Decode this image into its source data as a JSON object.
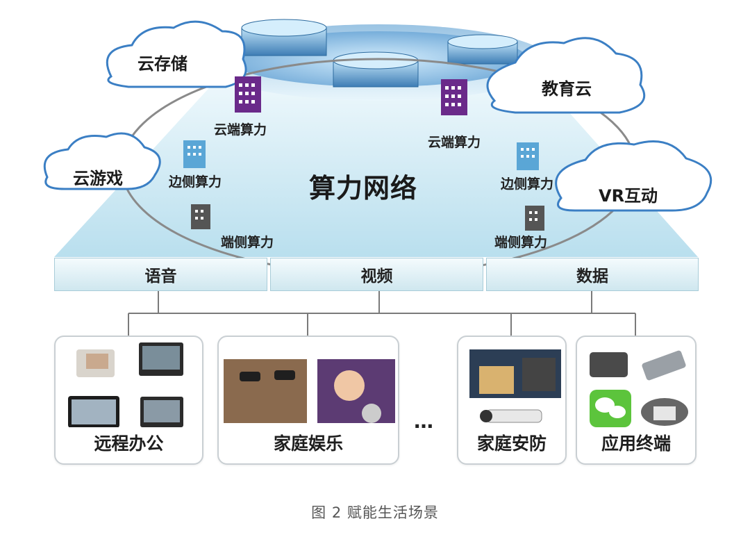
{
  "center_title": "算力网络",
  "clouds": {
    "storage": "云存储",
    "education": "教育云",
    "gaming": "云游戏",
    "vr": "VR互动"
  },
  "compute_labels": {
    "cloud_left": "云端算力",
    "cloud_right": "云端算力",
    "edge_left": "边侧算力",
    "edge_right": "边侧算力",
    "terminal_left": "端侧算力",
    "terminal_right": "端侧算力"
  },
  "bars": [
    "语音",
    "视频",
    "数据"
  ],
  "cards": {
    "office": "远程办公",
    "entertainment": "家庭娱乐",
    "security": "家庭安防",
    "terminal": "应用终端"
  },
  "ellipsis": "…",
  "caption": "图 2  赋能生活场景",
  "colors": {
    "cloud_building": "#6a2a8a",
    "edge_building": "#5aa6d6",
    "terminal_building": "#555555",
    "platform": "#c9e6f1",
    "cloud_outline": "#3b7fc4"
  }
}
